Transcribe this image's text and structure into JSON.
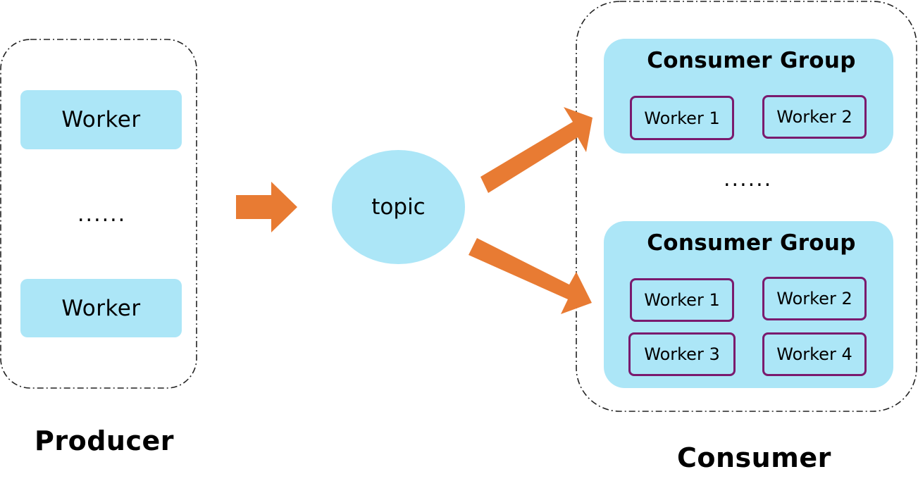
{
  "producer": {
    "label": "Producer",
    "workers": [
      "Worker",
      "Worker"
    ],
    "ellipsis": "......"
  },
  "topic": {
    "label": "topic"
  },
  "consumer": {
    "label": "Consumer",
    "ellipsis": "......",
    "groups": [
      {
        "title": "Consumer Group",
        "workers": [
          "Worker 1",
          "Worker 2"
        ]
      },
      {
        "title": "Consumer Group",
        "workers": [
          "Worker 1",
          "Worker 2",
          "Worker 3",
          "Worker 4"
        ]
      }
    ]
  },
  "colors": {
    "box_fill": "#ace6f7",
    "arrow": "#e87b33",
    "worker_border": "#7a1a6e",
    "outline": "#222222"
  }
}
